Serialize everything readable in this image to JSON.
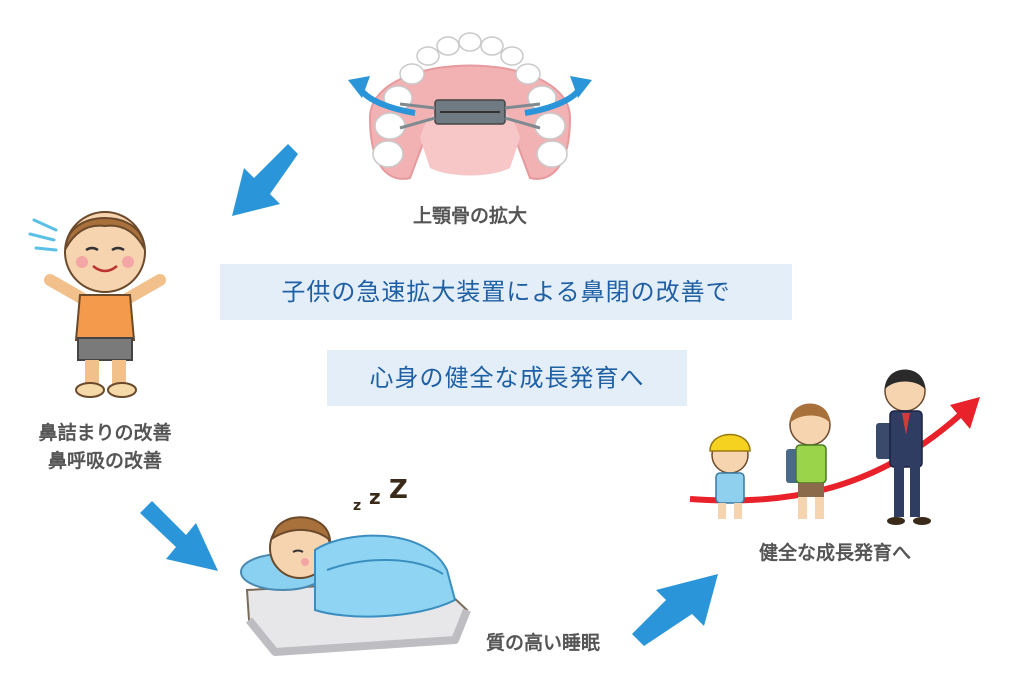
{
  "banners": {
    "line1": "子供の急速拡大装置による鼻閉の改善で",
    "line2": "心身の健全な成長発育へ"
  },
  "steps": {
    "palate": "上顎骨の拡大",
    "nasal_line1": "鼻詰まりの改善",
    "nasal_line2": "鼻呼吸の改善",
    "sleep": "質の高い睡眠",
    "growth": "健全な成長発育へ"
  },
  "icons": {
    "palate": "palatal-expander-icon",
    "breathing": "breathing-child-icon",
    "sleep": "sleeping-child-icon",
    "growth": "growing-children-icon",
    "arrow": "flow-arrow-icon"
  },
  "colors": {
    "flow_arrow": "#2a95d8",
    "growth_arrow": "#e8212a",
    "banner_bg": "#e3eef9",
    "banner_text": "#1f5fa3",
    "label_text": "#555555"
  }
}
